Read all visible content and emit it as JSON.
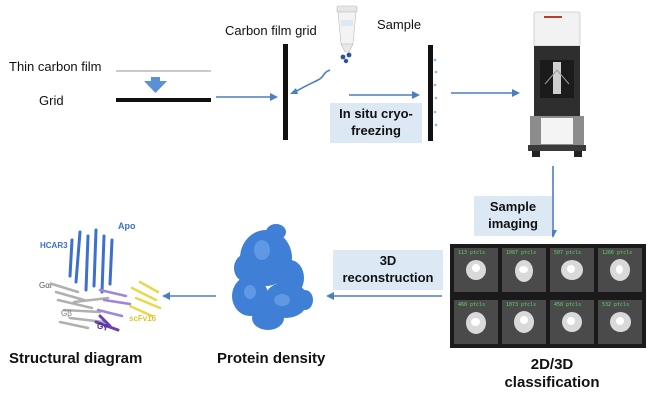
{
  "labels": {
    "thin_carbon_film": "Thin carbon film",
    "grid": "Grid",
    "carbon_film_grid": "Carbon film grid",
    "sample": "Sample",
    "structural_diagram": "Structural diagram",
    "protein_density": "Protein density",
    "classification": "2D/3D\nclassification"
  },
  "steps": {
    "in_situ": "In situ cryo-\nfreezing",
    "sample_imaging": "Sample\nimaging",
    "reconstruction": "3D\nreconstruction"
  },
  "structure_labels": {
    "apo": "Apo",
    "hcar3": "HCAR3",
    "gai": "Gαi",
    "gb": "Gβ",
    "gy": "Gγ",
    "scfv16": "scFv16"
  },
  "class_cells": [
    {
      "cap": "113 ptcls"
    },
    {
      "cap": "1087 ptcls"
    },
    {
      "cap": "507 ptcls"
    },
    {
      "cap": "1266 ptcls"
    },
    {
      "cap": "460 ptcls"
    },
    {
      "cap": "1073 ptcls"
    },
    {
      "cap": "458 ptcls"
    },
    {
      "cap": "532 ptcls"
    }
  ],
  "colors": {
    "arrow": "#4a7fc1",
    "step_box": "#dce8f3",
    "density": "#3f7fd6",
    "hcar3": "#3d6fcf",
    "scfv16": "#e8d84a"
  }
}
